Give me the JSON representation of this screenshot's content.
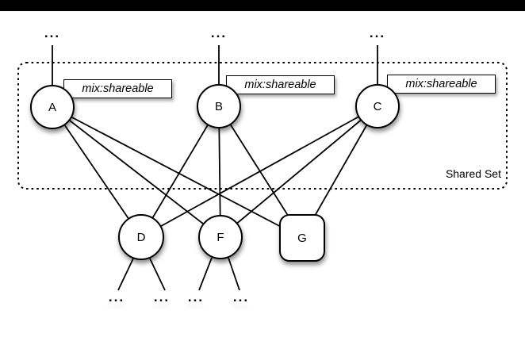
{
  "diagram": {
    "shared_set_label": "Shared Set",
    "shared_nodes": [
      {
        "id": "A",
        "label": "A",
        "annotation": "mix:shareable",
        "parent_ellipsis": "..."
      },
      {
        "id": "B",
        "label": "B",
        "annotation": "mix:shareable",
        "parent_ellipsis": "..."
      },
      {
        "id": "C",
        "label": "C",
        "annotation": "mix:shareable",
        "parent_ellipsis": "..."
      }
    ],
    "child_nodes": [
      {
        "id": "D",
        "label": "D",
        "shape": "ellipse"
      },
      {
        "id": "F",
        "label": "F",
        "shape": "ellipse"
      },
      {
        "id": "G",
        "label": "G",
        "shape": "rounded-rect"
      }
    ],
    "edges": [
      {
        "from": "A",
        "to": "D"
      },
      {
        "from": "A",
        "to": "F"
      },
      {
        "from": "A",
        "to": "G"
      },
      {
        "from": "B",
        "to": "D"
      },
      {
        "from": "B",
        "to": "F"
      },
      {
        "from": "B",
        "to": "G"
      },
      {
        "from": "C",
        "to": "D"
      },
      {
        "from": "C",
        "to": "F"
      },
      {
        "from": "C",
        "to": "G"
      }
    ],
    "descendant_ellipses": [
      "...",
      "...",
      "...",
      "..."
    ],
    "colors": {
      "stroke": "#000000",
      "node_fill": "#ffffff",
      "background": "#ffffff",
      "top_bar": "#000000"
    }
  }
}
